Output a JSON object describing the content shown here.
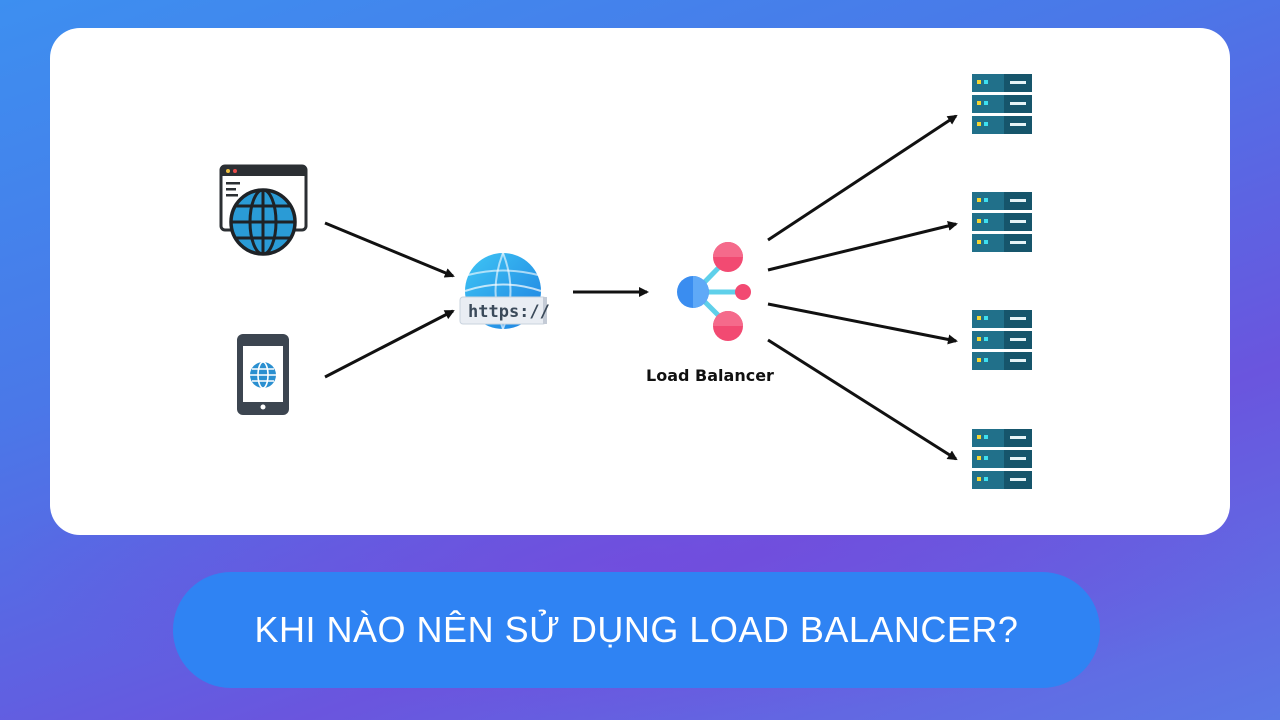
{
  "diagram": {
    "load_balancer_label": "Load Balancer",
    "https_label": "https://",
    "nodes": {
      "browser": "browser-window-globe-icon",
      "phone": "mobile-phone-globe-icon",
      "internet": "globe-https-icon",
      "load_balancer": "load-balancer-icon",
      "servers": [
        "server-rack-icon",
        "server-rack-icon",
        "server-rack-icon",
        "server-rack-icon"
      ]
    }
  },
  "banner": {
    "title": "KHI NÀO NÊN SỬ DỤNG LOAD BALANCER?"
  },
  "colors": {
    "background": "#4a78e8",
    "banner": "#2f83f3",
    "server": "#1f6f80",
    "lb_pink": "#f24a72",
    "lb_blue": "#3a8df0",
    "lb_cyan": "#5fd0ea"
  }
}
